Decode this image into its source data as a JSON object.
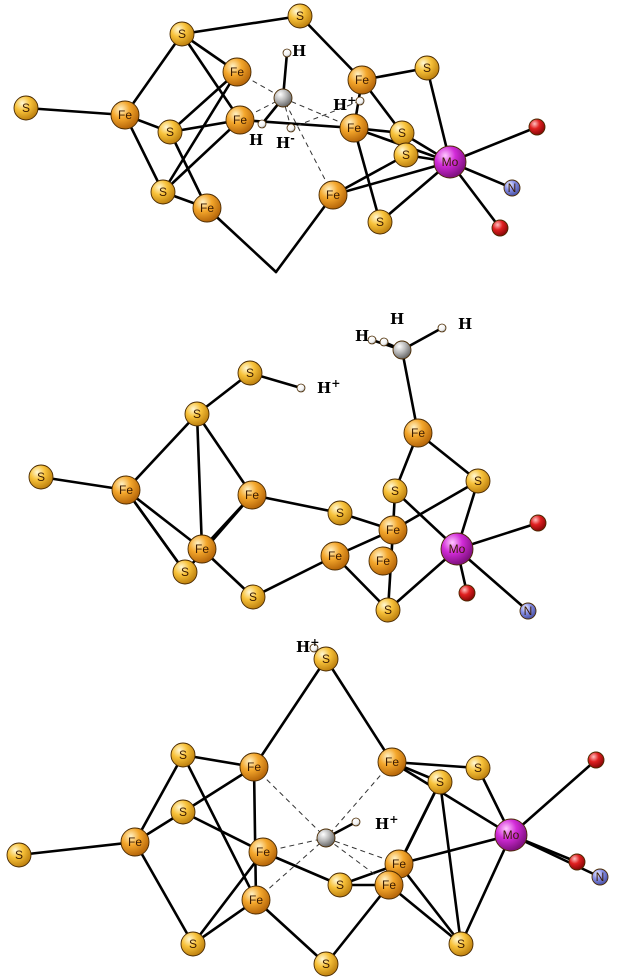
{
  "colors": {
    "fe": "#f29a1e",
    "s": "#f6b324",
    "mo": "#c21ac9",
    "o": "#d81818",
    "n": "#7f87e6",
    "c": "#a7a7a7",
    "h": "#ffffff",
    "bond": "#000000"
  },
  "element_labels": {
    "fe": "Fe",
    "s": "S",
    "mo": "Mo",
    "n": "N"
  },
  "structures": [
    {
      "id": "top",
      "atoms": [
        {
          "id": "S1",
          "el": "s"
        },
        {
          "id": "S2",
          "el": "s"
        },
        {
          "id": "S3",
          "el": "s"
        },
        {
          "id": "Fe1",
          "el": "fe"
        },
        {
          "id": "Fe2",
          "el": "fe"
        },
        {
          "id": "S4",
          "el": "s"
        },
        {
          "id": "Fe3",
          "el": "fe"
        },
        {
          "id": "Fe4",
          "el": "fe"
        },
        {
          "id": "S5",
          "el": "s"
        },
        {
          "id": "S6",
          "el": "s"
        },
        {
          "id": "S7",
          "el": "s"
        },
        {
          "id": "Fe5",
          "el": "fe"
        },
        {
          "id": "S8",
          "el": "s"
        },
        {
          "id": "Fe6",
          "el": "fe"
        },
        {
          "id": "Fe7",
          "el": "fe"
        },
        {
          "id": "S9",
          "el": "s"
        },
        {
          "id": "Mo",
          "el": "mo"
        },
        {
          "id": "O1",
          "el": "o"
        },
        {
          "id": "O2",
          "el": "o"
        },
        {
          "id": "N",
          "el": "n"
        },
        {
          "id": "C",
          "el": "c"
        },
        {
          "id": "H1",
          "el": "h"
        },
        {
          "id": "H2",
          "el": "h"
        },
        {
          "id": "H3",
          "el": "h"
        },
        {
          "id": "H4",
          "el": "h"
        }
      ],
      "h_labels": [
        {
          "text": "H",
          "charge": ""
        },
        {
          "text": "H",
          "charge": "+"
        },
        {
          "text": "H",
          "charge": ""
        },
        {
          "text": "H",
          "charge": "-"
        }
      ]
    },
    {
      "id": "middle",
      "atoms": [
        {
          "id": "S1",
          "el": "s"
        },
        {
          "id": "S2",
          "el": "s"
        },
        {
          "id": "Fe1",
          "el": "fe"
        },
        {
          "id": "S3",
          "el": "s"
        },
        {
          "id": "Fe2",
          "el": "fe"
        },
        {
          "id": "S4",
          "el": "s"
        },
        {
          "id": "Fe3",
          "el": "fe"
        },
        {
          "id": "S5",
          "el": "s"
        },
        {
          "id": "S6",
          "el": "s"
        },
        {
          "id": "Fe4",
          "el": "fe"
        },
        {
          "id": "Fe5",
          "el": "fe"
        },
        {
          "id": "S7",
          "el": "s"
        },
        {
          "id": "S8",
          "el": "s"
        },
        {
          "id": "Fe6",
          "el": "fe"
        },
        {
          "id": "Fe7",
          "el": "fe"
        },
        {
          "id": "S9",
          "el": "s"
        },
        {
          "id": "Mo",
          "el": "mo"
        },
        {
          "id": "O1",
          "el": "o"
        },
        {
          "id": "O2",
          "el": "o"
        },
        {
          "id": "N",
          "el": "n"
        },
        {
          "id": "C",
          "el": "c"
        },
        {
          "id": "H1",
          "el": "h"
        },
        {
          "id": "H2",
          "el": "h"
        },
        {
          "id": "H3",
          "el": "h"
        },
        {
          "id": "H4",
          "el": "h"
        }
      ],
      "h_labels": [
        {
          "text": "H",
          "charge": ""
        },
        {
          "text": "H",
          "charge": ""
        },
        {
          "text": "H",
          "charge": ""
        },
        {
          "text": "H",
          "charge": "+"
        }
      ]
    },
    {
      "id": "bottom",
      "atoms": [
        {
          "id": "S1",
          "el": "s"
        },
        {
          "id": "S2",
          "el": "s"
        },
        {
          "id": "S3",
          "el": "s"
        },
        {
          "id": "Fe1",
          "el": "fe"
        },
        {
          "id": "S4",
          "el": "s"
        },
        {
          "id": "S5",
          "el": "s"
        },
        {
          "id": "Fe2",
          "el": "fe"
        },
        {
          "id": "Fe3",
          "el": "fe"
        },
        {
          "id": "Fe4",
          "el": "fe"
        },
        {
          "id": "S6",
          "el": "s"
        },
        {
          "id": "Fe5",
          "el": "fe"
        },
        {
          "id": "Fe6",
          "el": "fe"
        },
        {
          "id": "Fe7",
          "el": "fe"
        },
        {
          "id": "S7",
          "el": "s"
        },
        {
          "id": "S8",
          "el": "s"
        },
        {
          "id": "S9",
          "el": "s"
        },
        {
          "id": "S10",
          "el": "s"
        },
        {
          "id": "Mo",
          "el": "mo"
        },
        {
          "id": "O1",
          "el": "o"
        },
        {
          "id": "O2",
          "el": "o"
        },
        {
          "id": "N",
          "el": "n"
        },
        {
          "id": "C",
          "el": "c"
        },
        {
          "id": "H1",
          "el": "h"
        },
        {
          "id": "H2",
          "el": "h"
        }
      ],
      "h_labels": [
        {
          "text": "H",
          "charge": "+"
        },
        {
          "text": "H",
          "charge": "+"
        }
      ]
    }
  ]
}
